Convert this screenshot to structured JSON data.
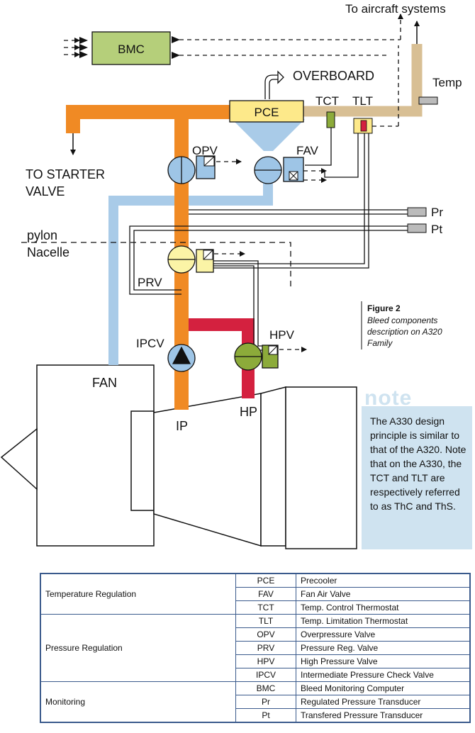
{
  "labels": {
    "to_aircraft": "To aircraft systems",
    "overboard": "OVERBOARD",
    "temp": "Temp",
    "bmc": "BMC",
    "pce": "PCE",
    "tct": "TCT",
    "tlt": "TLT",
    "opv": "OPV",
    "fav": "FAV",
    "to_starter_1": "TO STARTER",
    "to_starter_2": "VALVE",
    "pr": "Pr",
    "pt": "Pt",
    "pylon": "pylon",
    "nacelle": "Nacelle",
    "prv": "PRV",
    "ipcv": "IPCV",
    "hpv": "HPV",
    "fan": "FAN",
    "ip": "IP",
    "hp": "HP"
  },
  "caption": {
    "title": "Figure 2",
    "text": "Bleed components description on A320 Family"
  },
  "note": {
    "word": "note",
    "text": "The A330 design principle is similar to that of the A320. Note that on the A330, the TCT and TLT are respectively referred to as ThC and ThS."
  },
  "legend": {
    "groups": [
      {
        "name": "Temperature Regulation",
        "rows": [
          {
            "abbr": "PCE",
            "desc": "Precooler"
          },
          {
            "abbr": "FAV",
            "desc": "Fan Air Valve"
          },
          {
            "abbr": "TCT",
            "desc": "Temp. Control Thermostat"
          }
        ]
      },
      {
        "name": "Pressure Regulation",
        "rows": [
          {
            "abbr": "TLT",
            "desc": "Temp. Limitation Thermostat"
          },
          {
            "abbr": "OPV",
            "desc": "Overpressure Valve"
          },
          {
            "abbr": "PRV",
            "desc": "Pressure Reg. Valve"
          },
          {
            "abbr": "HPV",
            "desc": "High Pressure Valve"
          },
          {
            "abbr": "IPCV",
            "desc": "Intermediate Pressure Check Valve"
          }
        ]
      },
      {
        "name": "Monitoring",
        "rows": [
          {
            "abbr": "BMC",
            "desc": "Bleed Monitoring Computer"
          },
          {
            "abbr": "Pr",
            "desc": "Regulated Pressure Transducer"
          },
          {
            "abbr": "Pt",
            "desc": "Transfered Pressure Transducer"
          }
        ]
      }
    ]
  },
  "colors": {
    "ip_duct": "#f08a24",
    "hp_duct": "#d4213f",
    "fan_duct": "#a9cbe8",
    "outlet_duct": "#d8bf94",
    "bmc_box": "#b5cf7a",
    "pce_box": "#fde98a",
    "valve_blue": "#9ec5e6",
    "valve_yellow": "#fbf4a6",
    "valve_green": "#8cab3a",
    "note_bg": "#cfe3f0",
    "table_border": "#3a5a8c"
  }
}
